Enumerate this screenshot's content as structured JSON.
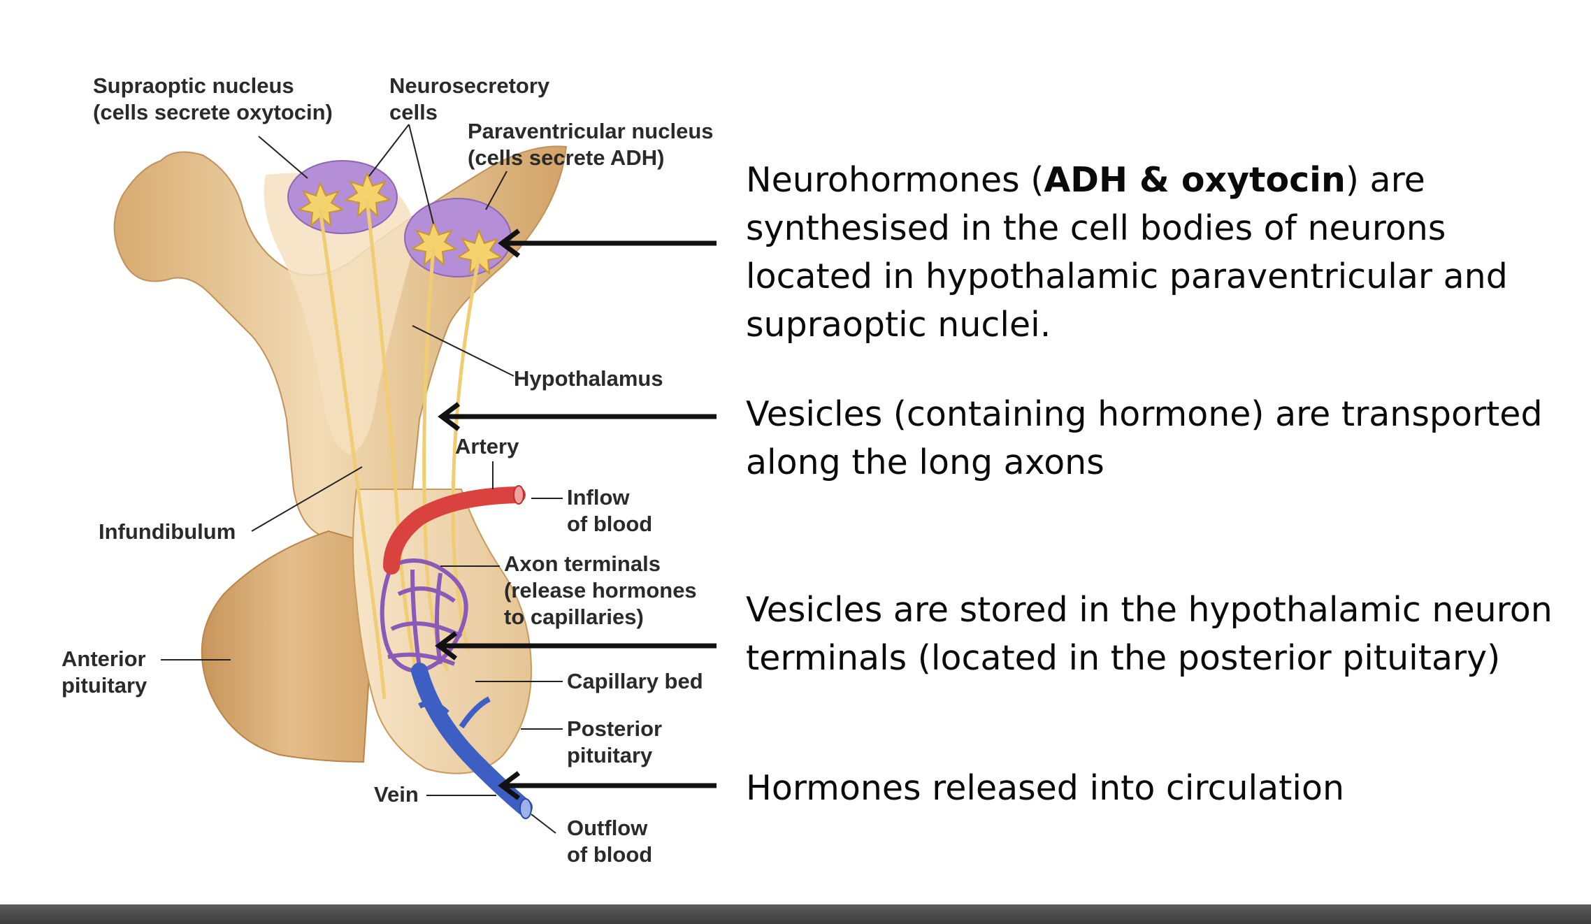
{
  "labels": {
    "supraoptic_1": "Supraoptic nucleus",
    "supraoptic_2": "(cells secrete oxytocin)",
    "neurosecretory_1": "Neurosecretory",
    "neurosecretory_2": "cells",
    "paraventricular_1": "Paraventricular nucleus",
    "paraventricular_2": "(cells secrete ADH)",
    "hypothalamus": "Hypothalamus",
    "artery": "Artery",
    "inflow_1": "Inflow",
    "inflow_2": "of blood",
    "infundibulum": "Infundibulum",
    "axon_1": "Axon terminals",
    "axon_2": "(release hormones",
    "axon_3": "to capillaries)",
    "anterior_1": "Anterior",
    "anterior_2": "pituitary",
    "capillary": "Capillary bed",
    "posterior_1": "Posterior",
    "posterior_2": "pituitary",
    "vein": "Vein",
    "outflow_1": "Outflow",
    "outflow_2": "of blood"
  },
  "descriptions": {
    "d1_pre": "Neurohormones (",
    "d1_bold": "ADH & oxytocin",
    "d1_post": ") are synthesised in the cell bodies of neurons located in hypothalamic paraventricular and supraoptic nuclei.",
    "d2": "Vesicles (containing hormone) are transported along the long axons",
    "d3": "Vesicles are stored in the hypothalamic neuron terminals  (located in the posterior pituitary)",
    "d4": "Hormones released into circulation"
  },
  "colors": {
    "tissue": "#e7c595",
    "tissue_dark": "#c99a5c",
    "nucleus": "#b58fd6",
    "axon": "#f3d27a",
    "artery": "#d9423e",
    "vein": "#3d5fc4",
    "capillary": "#8a5ab8"
  }
}
